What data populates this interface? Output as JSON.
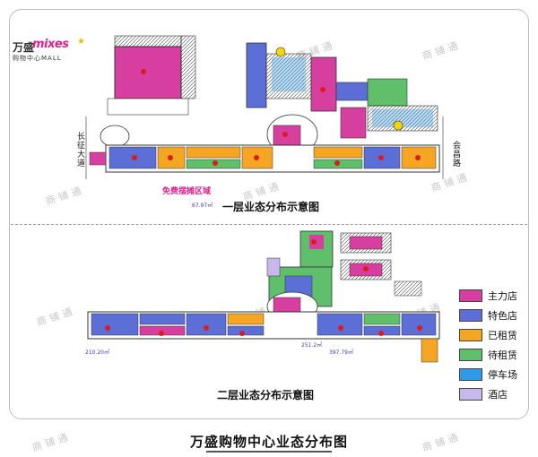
{
  "logo": {
    "cn": "万盛",
    "brand": "mixes",
    "sub": "购物中心MALL"
  },
  "watermark": "商铺通",
  "floor1": {
    "title": "一层业态分布示意图",
    "label_free_zone": "免费摆摊区域",
    "road_left": [
      "长",
      "征",
      "大",
      "道"
    ],
    "road_right": [
      "会",
      "昌",
      "路"
    ],
    "area_label": "67.97㎡"
  },
  "floor2": {
    "title": "二层业态分布示意图",
    "area_label_1": "251.2㎡",
    "area_label_2": "210.20㎡",
    "area_label_3": "397.79㎡"
  },
  "legend": [
    {
      "label": "主力店",
      "color": "#d63fa0"
    },
    {
      "label": "特色店",
      "color": "#5b6fd6"
    },
    {
      "label": "已租赁",
      "color": "#f5a623"
    },
    {
      "label": "待租赁",
      "color": "#5fbf6a"
    },
    {
      "label": "停车场",
      "color": "#2f9be8"
    },
    {
      "label": "酒店",
      "color": "#c9b8ec"
    }
  ],
  "footer_title": "万盛购物中心业态分布图"
}
